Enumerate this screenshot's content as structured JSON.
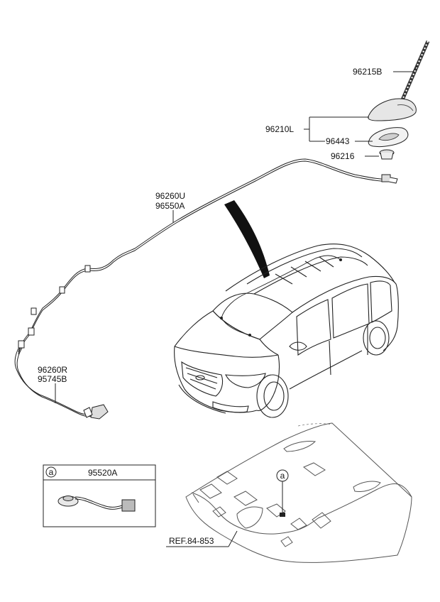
{
  "callouts": {
    "antenna_mast": "96215B",
    "antenna_assy": "96210L",
    "gasket": "96443",
    "nut": "96216",
    "roof_cable_1": "96260U",
    "roof_cable_2": "96550A",
    "rear_cable_1": "96260R",
    "rear_cable_2": "95745B",
    "ref_label": "REF.84-853"
  },
  "inset": {
    "marker": "a",
    "part_number": "95520A"
  },
  "headliner_marker": "a"
}
